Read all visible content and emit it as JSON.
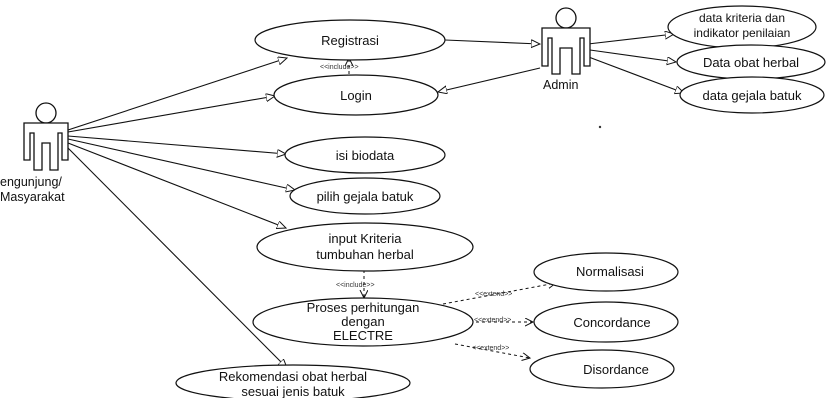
{
  "actors": {
    "visitor": {
      "label_line1": "engunjung/",
      "label_line2": "Masyarakat"
    },
    "admin": {
      "label": "Admin"
    }
  },
  "use_cases": {
    "registrasi": "Registrasi",
    "login": "Login",
    "isi_biodata": "isi biodata",
    "pilih_gejala": "pilih gejala batuk",
    "input_kriteria_1": "input Kriteria",
    "input_kriteria_2": "tumbuhan herbal",
    "proses_1": "Proses perhitungan",
    "proses_2": "dengan",
    "proses_3": "ELECTRE",
    "rekomendasi_1": "Rekomendasi obat herbal",
    "rekomendasi_2": "sesuai jenis batuk",
    "normalisasi": "Normalisasi",
    "concordance": "Concordance",
    "disordance": "Disordance",
    "data_kriteria_1": "data kriteria dan",
    "data_kriteria_2": "indikator penilaian",
    "data_obat": "Data obat herbal",
    "data_gejala": "data gejala batuk"
  },
  "stereotypes": {
    "include_login": "<<include>>",
    "include_proses": "<<include>>",
    "extend_normalisasi": "<<extend>>",
    "extend_concordance": "<<extend>>",
    "extend_disordance": "<<extend>>"
  }
}
